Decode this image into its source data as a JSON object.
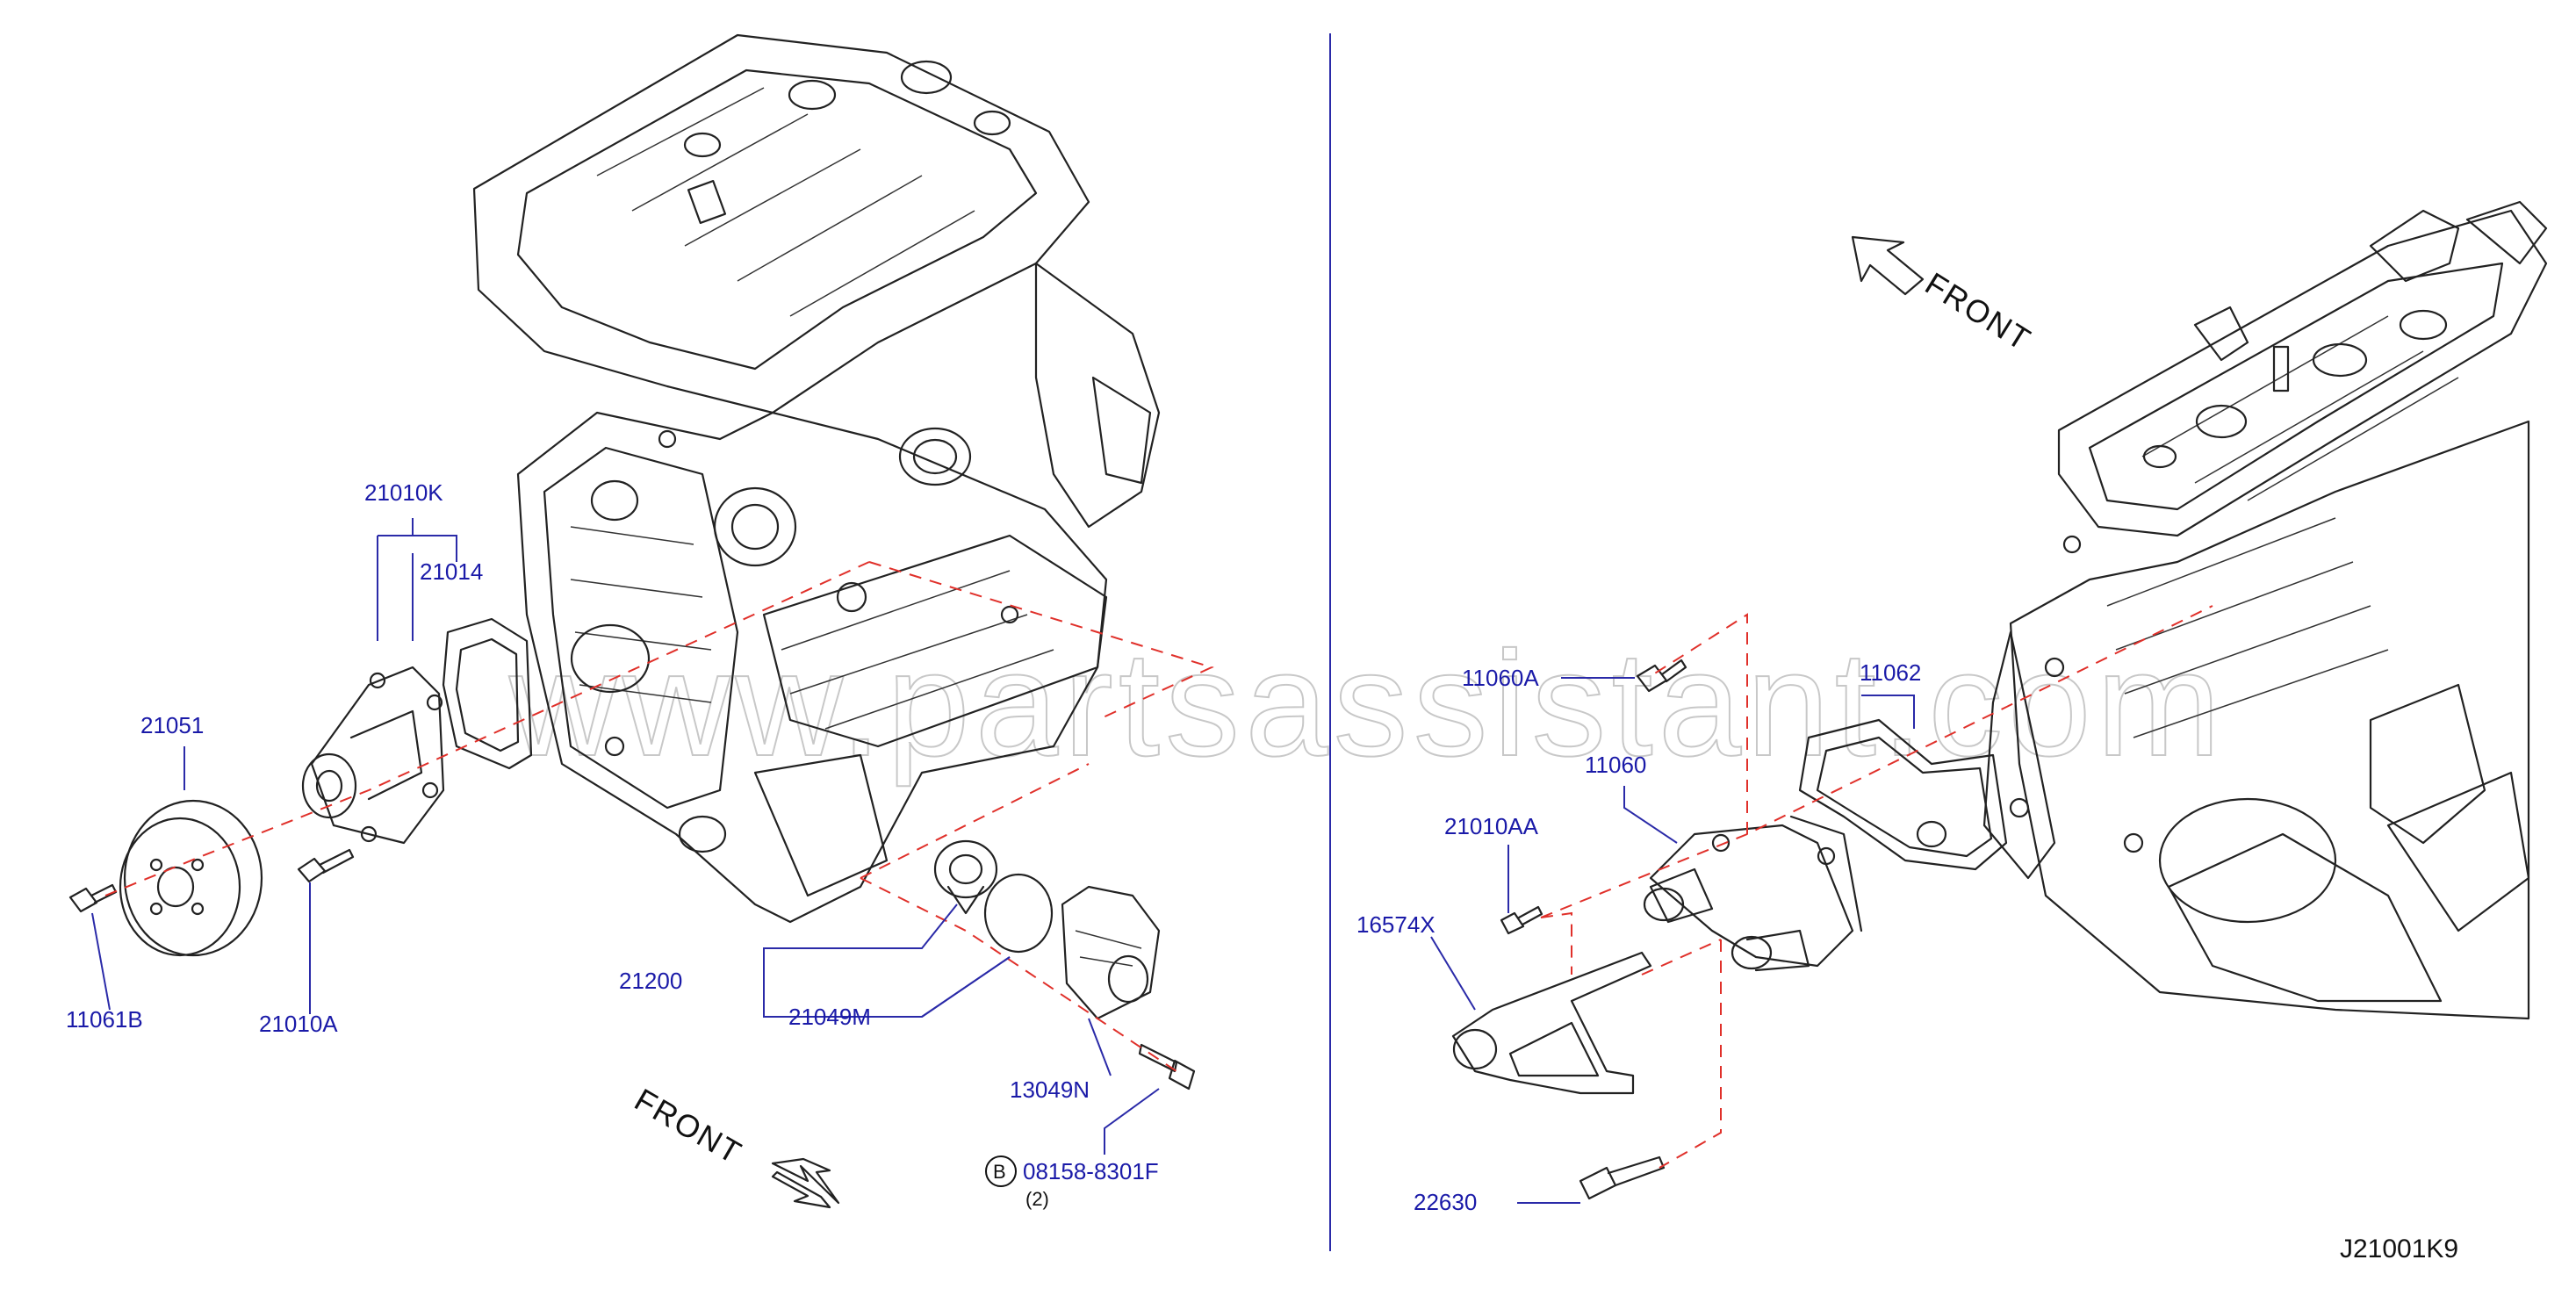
{
  "diagram_code": "J21001K9",
  "watermark": "www.partsassistant.com",
  "left_view": {
    "front_label": "FRONT",
    "parts": [
      {
        "id": "p21010K",
        "label": "21010K"
      },
      {
        "id": "p21014",
        "label": "21014"
      },
      {
        "id": "p21051",
        "label": "21051"
      },
      {
        "id": "p11061B",
        "label": "11061B"
      },
      {
        "id": "p21010A",
        "label": "21010A"
      },
      {
        "id": "p21200",
        "label": "21200"
      },
      {
        "id": "p21049M",
        "label": "21049M"
      },
      {
        "id": "p13049N",
        "label": "13049N"
      },
      {
        "id": "p08158",
        "label": "08158-8301F"
      }
    ],
    "bolt_marker": "B",
    "bolt_qty": "(2)"
  },
  "right_view": {
    "front_label": "FRONT",
    "parts": [
      {
        "id": "p11060A",
        "label": "11060A"
      },
      {
        "id": "p11062",
        "label": "11062"
      },
      {
        "id": "p11060",
        "label": "11060"
      },
      {
        "id": "p21010AA",
        "label": "21010AA"
      },
      {
        "id": "p16574X",
        "label": "16574X"
      },
      {
        "id": "p22630",
        "label": "22630"
      }
    ]
  },
  "colors": {
    "label": "#1a1aa8",
    "leader": "#2a2aa8",
    "centerline": "#e0302a",
    "linework": "#222222"
  }
}
